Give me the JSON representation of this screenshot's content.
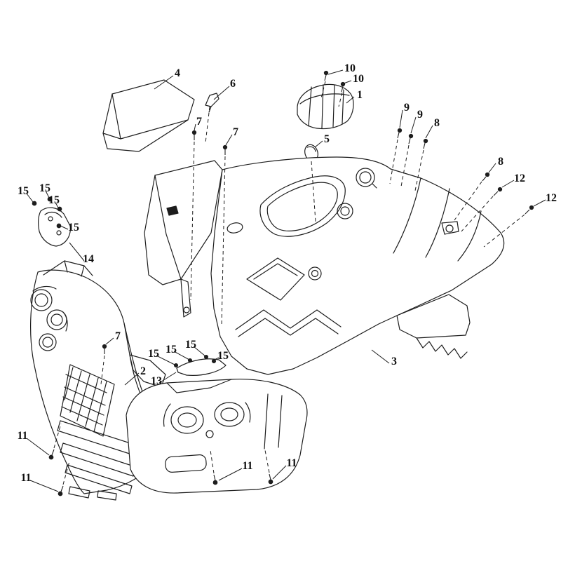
{
  "diagram": {
    "title": "exploded-parts-diagram",
    "background": "#ffffff",
    "stroke_color": "#1d1d1d",
    "label_color": "#111111",
    "callouts": [
      {
        "label": "4"
      },
      {
        "label": "6"
      },
      {
        "label": "10"
      },
      {
        "label": "10"
      },
      {
        "label": "1"
      },
      {
        "label": "9"
      },
      {
        "label": "9"
      },
      {
        "label": "8"
      },
      {
        "label": "7"
      },
      {
        "label": "7"
      },
      {
        "label": "5"
      },
      {
        "label": "8"
      },
      {
        "label": "12"
      },
      {
        "label": "12"
      },
      {
        "label": "15"
      },
      {
        "label": "15"
      },
      {
        "label": "15"
      },
      {
        "label": "15"
      },
      {
        "label": "14"
      },
      {
        "label": "7"
      },
      {
        "label": "2"
      },
      {
        "label": "13"
      },
      {
        "label": "15"
      },
      {
        "label": "15"
      },
      {
        "label": "15"
      },
      {
        "label": "15"
      },
      {
        "label": "3"
      },
      {
        "label": "11"
      },
      {
        "label": "11"
      },
      {
        "label": "11"
      },
      {
        "label": "11"
      }
    ]
  }
}
